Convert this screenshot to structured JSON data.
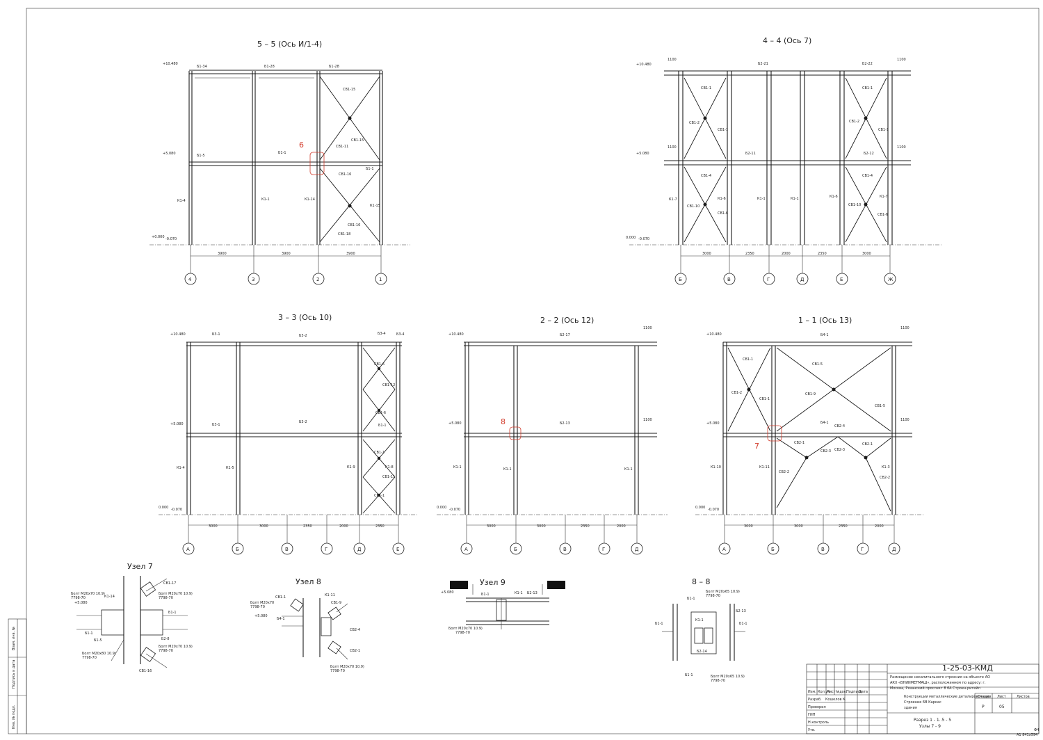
{
  "views": {
    "v55": {
      "title": "5 – 5 (Ось И/1-4)",
      "axes": [
        "4",
        "3",
        "2",
        "1"
      ],
      "dims": [
        "3900",
        "3900",
        "3900"
      ],
      "levels": [
        "+10.480",
        "+5.080",
        "+0.000",
        "-0.070"
      ],
      "labels": [
        "Б1-34",
        "Б1-28",
        "Б1-28",
        "Б1-5",
        "Б1-1",
        "Б1-1",
        "К1-4",
        "К1-1",
        "К1-14",
        "К1-15",
        "СВ1-15",
        "СВ1-11",
        "СВ1-15",
        "СВ1-16",
        "СВ1-16",
        "СВ1-18"
      ],
      "callout": "6"
    },
    "v44": {
      "title": "4 – 4 (Ось 7)",
      "axes": [
        "Б",
        "В",
        "Г",
        "Д",
        "Е",
        "Ж"
      ],
      "dims": [
        "3000",
        "2350",
        "2000",
        "2350",
        "3000"
      ],
      "levels": [
        "+10.480",
        "+5.080",
        "0.000",
        "-0.070"
      ],
      "labels": [
        "1100",
        "Б2-21",
        "Б2-22",
        "1100",
        "1100",
        "Б2-11",
        "Б2-12",
        "1100",
        "СВ1-1",
        "СВ1-2",
        "СВ1-1",
        "СВ1-1",
        "СВ1-2",
        "СВ1-1",
        "СВ1-4",
        "СВ1-4",
        "СВ1-10",
        "СВ1-10",
        "СВ1-6",
        "СВ1-6",
        "К1-7",
        "К1-6",
        "К1-1",
        "К1-1",
        "К1-6",
        "К1-7"
      ]
    },
    "v33": {
      "title": "3 – 3 (Ось 10)",
      "axes": [
        "А",
        "Б",
        "В",
        "Г",
        "Д",
        "Е"
      ],
      "dims": [
        "3000",
        "3000",
        "2350",
        "2000",
        "2350"
      ],
      "levels": [
        "+10.480",
        "+5.080",
        "0.000",
        "-0.070"
      ],
      "labels": [
        "Б3-1",
        "Б3-2",
        "Б3-4",
        "Б3-4",
        "Б3-1",
        "Б3-2",
        "Б1-1",
        "СВ1-6",
        "СВ1-12",
        "СВ1-6",
        "СВ1-1",
        "СВ1-11",
        "СВ1-1",
        "К1-4",
        "К1-5",
        "К1-9",
        "К1-8"
      ]
    },
    "v22": {
      "title": "2 – 2 (Ось 12)",
      "axes": [
        "А",
        "Б",
        "В",
        "Г",
        "Д"
      ],
      "dims": [
        "3000",
        "3000",
        "2350",
        "2000"
      ],
      "levels": [
        "+10.480",
        "+5.080",
        "0.000",
        "-0.070"
      ],
      "labels": [
        "1100",
        "Б2-17",
        "1100",
        "Б2-13",
        "К1-1",
        "К1-1",
        "К1-1"
      ],
      "callout": "8"
    },
    "v11": {
      "title": "1 – 1 (Ось 13)",
      "axes": [
        "А",
        "Б",
        "В",
        "Г",
        "Д"
      ],
      "dims": [
        "3000",
        "3000",
        "2350",
        "2000"
      ],
      "levels": [
        "+10.480",
        "+5.080",
        "0.000",
        "-0.070"
      ],
      "labels": [
        "1100",
        "Б4-1",
        "1100",
        "Б4-1",
        "СВ1-1",
        "СВ1-2",
        "СВ1-1",
        "СВ1-5",
        "СВ1-9",
        "СВ1-5",
        "СВ2-4",
        "СВ2-1",
        "СВ2-1",
        "СВ2-3",
        "СВ2-3",
        "СВ2-2",
        "СВ2-2",
        "К1-10",
        "К1-11",
        "К1-3"
      ],
      "callout": "7"
    }
  },
  "details": {
    "u7": {
      "title": "Узел 7",
      "notes": [
        "Болт М20х70 10.9)",
        "7798-70",
        "Болт М20х70 10.9)",
        "7798-70",
        "Болт М20х80 10.9)",
        "7798-70",
        "Болт М20х70 10.9)",
        "7798-70"
      ],
      "labels": [
        "К1-14",
        "+5.080",
        "СВ1-17",
        "Б1-1",
        "Б1-5",
        "Б2-8",
        "СВ1-16",
        "Б1-1"
      ]
    },
    "u8": {
      "title": "Узел 8",
      "notes": [
        "Болт М20х70",
        "7798-70",
        "Болт М20х70 10.9)",
        "7798-70"
      ],
      "labels": [
        "СВ1-1",
        "К1-11",
        "СВ1-9",
        "+5.080",
        "Б4-1",
        "СВ2-4",
        "СВ2-1"
      ]
    },
    "u9": {
      "title": "Узел 9",
      "notes": [
        "Болт М20х70 10.9)",
        "7798-70"
      ],
      "labels": [
        "+5.080",
        "Б1-1",
        "К1-1",
        "Б2-13"
      ]
    },
    "s88": {
      "title": "8 – 8",
      "notes": [
        "Болт М20х65 10.9)",
        "7798-70",
        "Болт М20х65 10.9)",
        "7798-70"
      ],
      "labels": [
        "Б1-1",
        "К1-1",
        "Б2-13",
        "Б1-1",
        "Б1-1",
        "Б2-14",
        "Б1-1"
      ]
    }
  },
  "stamp": {
    "code": "1-25-03-КМД",
    "description": "Размещение некапитального строения на объекте АО АКХ «ВНИИМЕТМАШ», расположенном по адресу: г. Москва, Рязанский проспект 8 бА Строен-ритейл",
    "headers": [
      "Изм.",
      "Кол.уч.",
      "Лист",
      "№док.",
      "Подпись",
      "Дата"
    ],
    "roles": [
      "Разраб.",
      "Проверил",
      "ГИП",
      "Н.контроль",
      "Утв."
    ],
    "developer": "Кошелов К.",
    "object": "Конструкции металлические деталировочные. Строение 6В Каркас здания",
    "sheet_title_1": "Разрез 1 - 1..5 - 5",
    "sheet_title_2": "Узлы 7 - 9",
    "stage_label": "Стадия",
    "sheet_label": "Лист",
    "sheets_label": "Листов",
    "stage": "Р",
    "sheet": "05",
    "format": "А1 841х594"
  },
  "sidebar": [
    "Инв. № подл.",
    "Подпись и дата",
    "Взам. инв. №"
  ],
  "corner": "Ф4"
}
